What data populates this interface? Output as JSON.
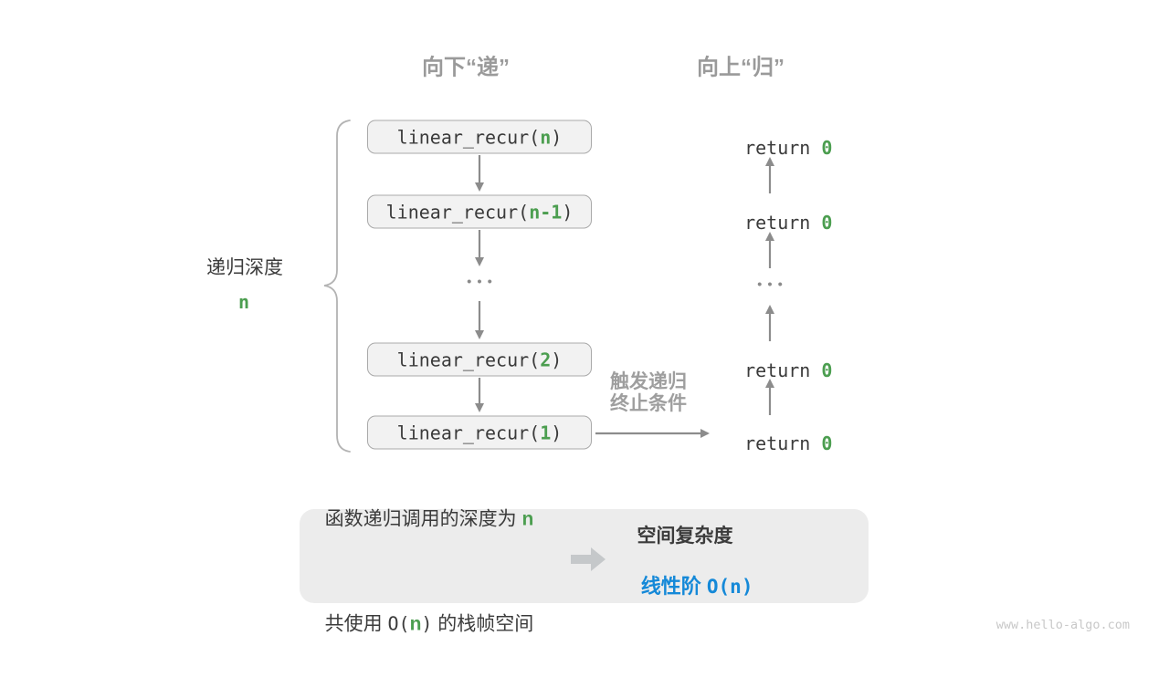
{
  "colors": {
    "green": "#4c9e50",
    "blue": "#1589d8",
    "heading_gray": "#9a9a9a",
    "arrow_gray": "#8c8c8c",
    "box_fill": "#f2f2f2",
    "box_border": "#a9a9a9",
    "panel_fill": "#ececec",
    "dark_text": "#3b3b3b"
  },
  "headers": {
    "down": "向下“递”",
    "up": "向上“归”"
  },
  "depth": {
    "label": "递归深度",
    "value": "n"
  },
  "call_stack": [
    {
      "prefix": "linear_recur(",
      "arg": "n",
      "suffix": ")"
    },
    {
      "prefix": "linear_recur(",
      "arg": "n-1",
      "suffix": ")"
    },
    {
      "prefix": "linear_recur(",
      "arg": "2",
      "suffix": ")"
    },
    {
      "prefix": "linear_recur(",
      "arg": "1",
      "suffix": ")"
    }
  ],
  "returns": [
    {
      "prefix": "return ",
      "value": "0"
    },
    {
      "prefix": "return ",
      "value": "0"
    },
    {
      "prefix": "return ",
      "value": "0"
    },
    {
      "prefix": "return ",
      "value": "0"
    }
  ],
  "ellipsis": "•••",
  "trigger_label": {
    "line1": "触发递归",
    "line2": "终止条件"
  },
  "summary": {
    "line1_prefix": "函数递归调用的深度为 ",
    "line1_value": "n",
    "line2_prefix": "共使用 ",
    "line2_code_open": "O(",
    "line2_value": "n",
    "line2_code_close": ")",
    "line2_suffix": " 的栈帧空间",
    "right_title": "空间复杂度",
    "right_result_text": "线性阶 ",
    "right_result_code": "O(n)"
  },
  "watermark": "www.hello-algo.com"
}
